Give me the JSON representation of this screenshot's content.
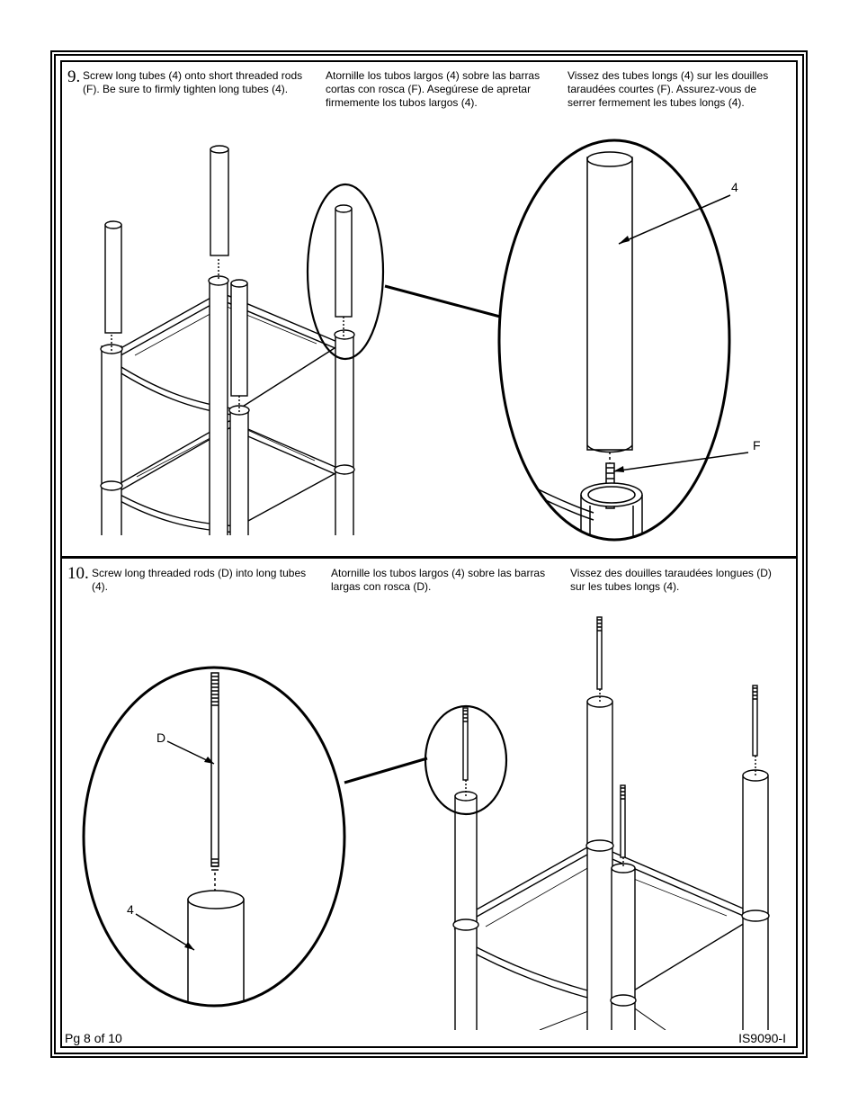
{
  "step9": {
    "number": "9.",
    "text_en": "Screw long tubes (4) onto short threaded rods (F). Be sure to firmly tighten long tubes (4).",
    "text_es": "Atornille los tubos largos (4) sobre las barras\ncortas con rosca (F). Asegúrese de apretar\nfirmemente los tubos largos (4).",
    "text_fr": "Vissez des tubes longs (4) sur les douilles\ntaraudées courtes (F).  Assurez-vous de\nserrer fermement  les tubes longs (4).",
    "callouts": {
      "tube": "4",
      "rod": "F"
    }
  },
  "step10": {
    "number": "10.",
    "text_en": "Screw long threaded rods (D) into long tubes (4).",
    "text_es": "Atornille los tubos largos (4) sobre las barras\nlargas con rosca (D).",
    "text_fr": "Vissez des douilles taraudées longues (D)\nsur les tubes longs (4).",
    "callouts": {
      "rod": "D",
      "tube": "4"
    }
  },
  "footer": {
    "page": "Pg 8 of 10",
    "doc_id": "IS9090-I"
  }
}
